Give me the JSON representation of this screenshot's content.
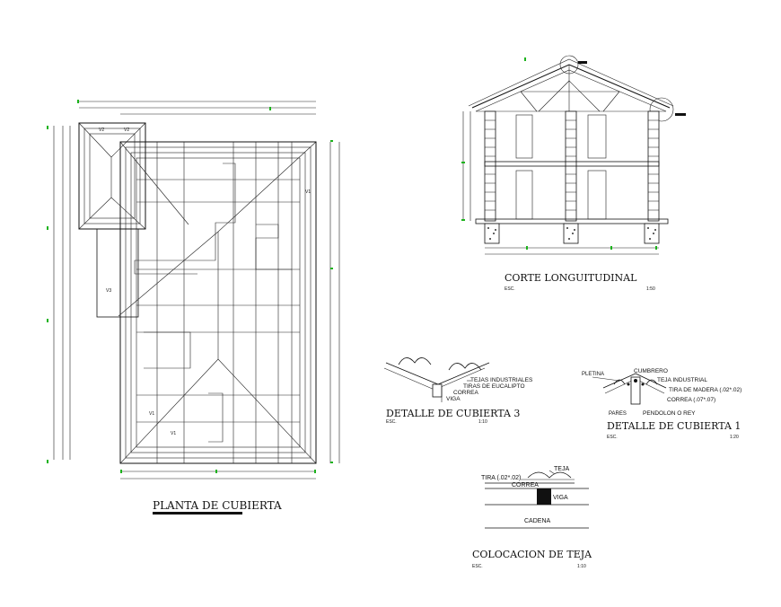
{
  "drawing": {
    "plan": {
      "title": "PLANTA DE CUBIERTA",
      "tags": [
        "V1",
        "V1",
        "V1",
        "V2",
        "V2",
        "V3"
      ]
    },
    "section": {
      "title": "CORTE LONGUITUDINAL",
      "scale_label": "ESC.",
      "scale": "1:50"
    },
    "detail3": {
      "title": "DETALLE DE CUBIERTA 3",
      "scale_label": "ESC.",
      "scale": "1:10",
      "notes": [
        "TEJAS INDUSTRIALES",
        "TIRAS DE EUCALIPTO",
        "CORREA",
        "VIGA"
      ]
    },
    "detail1": {
      "title": "DETALLE DE CUBIERTA 1",
      "scale_label": "ESC.",
      "scale": "1:20",
      "notes": [
        "CUMBRERO",
        "TEJA INDUSTRIAL",
        "TIRA DE MADERA (.02*.02)",
        "CORREA (.07*.07)",
        "PENDOLON O REY",
        "PARES",
        "PLETINA"
      ]
    },
    "colocacion": {
      "title": "COLOCACION DE TEJA",
      "scale_label": "ESC.",
      "scale": "1:10",
      "notes": [
        "TEJA",
        "TIRA (.02*.02)",
        "CORREA",
        "VIGA",
        "CADENA"
      ]
    },
    "colors": {
      "line": "#111111",
      "dimension_marker": "#1db31d",
      "background": "#ffffff"
    }
  }
}
